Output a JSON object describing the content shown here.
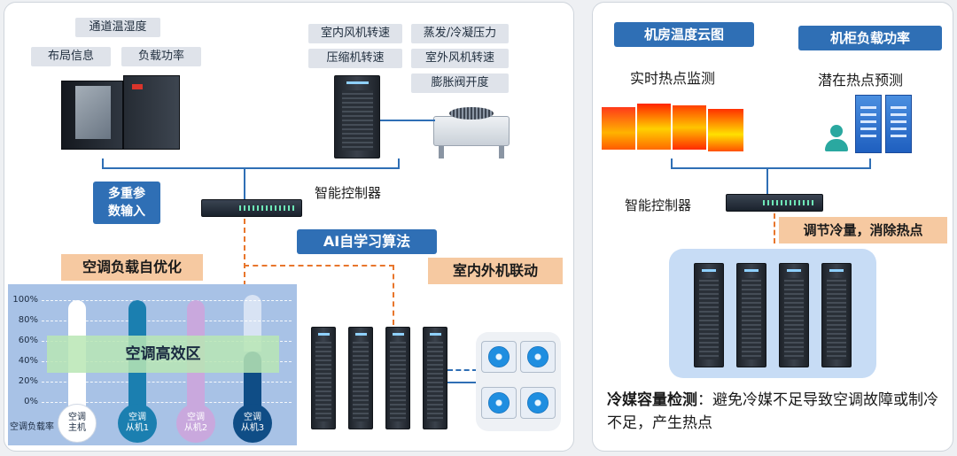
{
  "left": {
    "tags_env": [
      "通道温湿度",
      "布局信息",
      "负载功率"
    ],
    "tags_ac": [
      "室内风机转速",
      "蒸发/冷凝压力",
      "压缩机转速",
      "室外风机转速",
      "膨胀阀开度"
    ],
    "multi_input": "多重参\n数输入",
    "controller_label": "智能控制器",
    "ai_label": "AI自学习算法",
    "load_opt_label": "空调负载自优化",
    "linkage_label": "室内外机联动",
    "chart": {
      "ticks": [
        "100%",
        "80%",
        "60%",
        "40%",
        "20%",
        "0%"
      ],
      "zone_label": "空调高效区",
      "axis_caption": "空调负载率"
    }
  },
  "right": {
    "temp_cloud": "机房温度云图",
    "cabinet_load": "机柜负载功率",
    "realtime_hotspot": "实时热点监测",
    "potential_hotspot": "潜在热点预测",
    "controller_label": "智能控制器",
    "adjust_label": "调节冷量，消除热点",
    "refrigerant_title": "冷媒容量检测",
    "refrigerant_text": "：避免冷媒不足导致空调故障或制冷不足，产生热点"
  },
  "chart_data": {
    "type": "bar",
    "categories": [
      "空调主机",
      "空调从机1",
      "空调从机2",
      "空调从机3"
    ],
    "values": [
      100,
      100,
      100,
      50
    ],
    "ylim": [
      0,
      100
    ],
    "ylabel": "空调负载率",
    "bar_colors": [
      "#ffffff",
      "#1b7fb0",
      "#c9a8dd",
      "#0f4d86"
    ],
    "annotation": "空调高效区"
  }
}
